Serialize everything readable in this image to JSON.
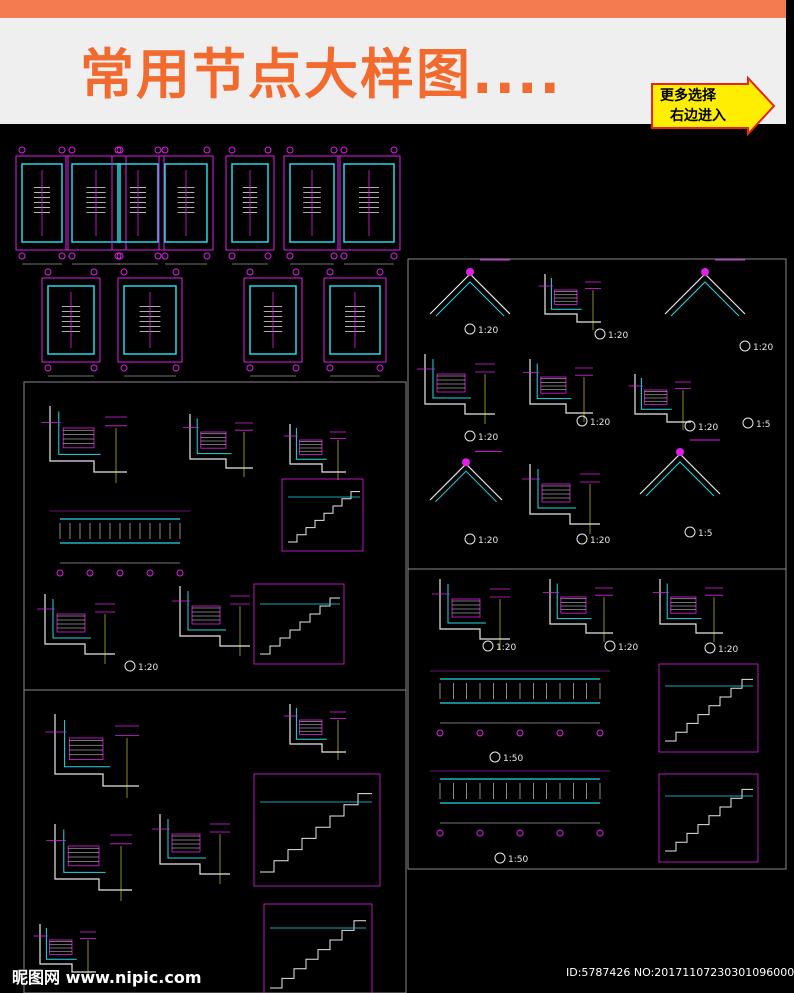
{
  "header": {
    "title": "常用节点大样图....",
    "arrow_line1": "更多选择",
    "arrow_line2": "右边进入"
  },
  "colors": {
    "top_strip": "#f47a4f",
    "header_bg": "#efefef",
    "title": "#f26a2e",
    "arrow_fill": "#ffee00",
    "arrow_stroke": "#e5241b",
    "canvas_bg": "#000000",
    "cad_magenta": "#e020e8",
    "cad_cyan": "#22d8e8",
    "cad_white": "#e8e8e8",
    "cad_yellow": "#e8e830"
  },
  "detail_labels": [
    "1:20",
    "1:20",
    "1:20",
    "1:20",
    "1:5",
    "1:20",
    "1:20",
    "1:20",
    "1:20",
    "1:5",
    "1:20",
    "1:20",
    "1:20",
    "1:50",
    "1:20",
    "1:50"
  ],
  "watermark": {
    "site": "昵图网 www.nipic.com",
    "id": "ID:5787426 NO:20171107230301096000"
  }
}
